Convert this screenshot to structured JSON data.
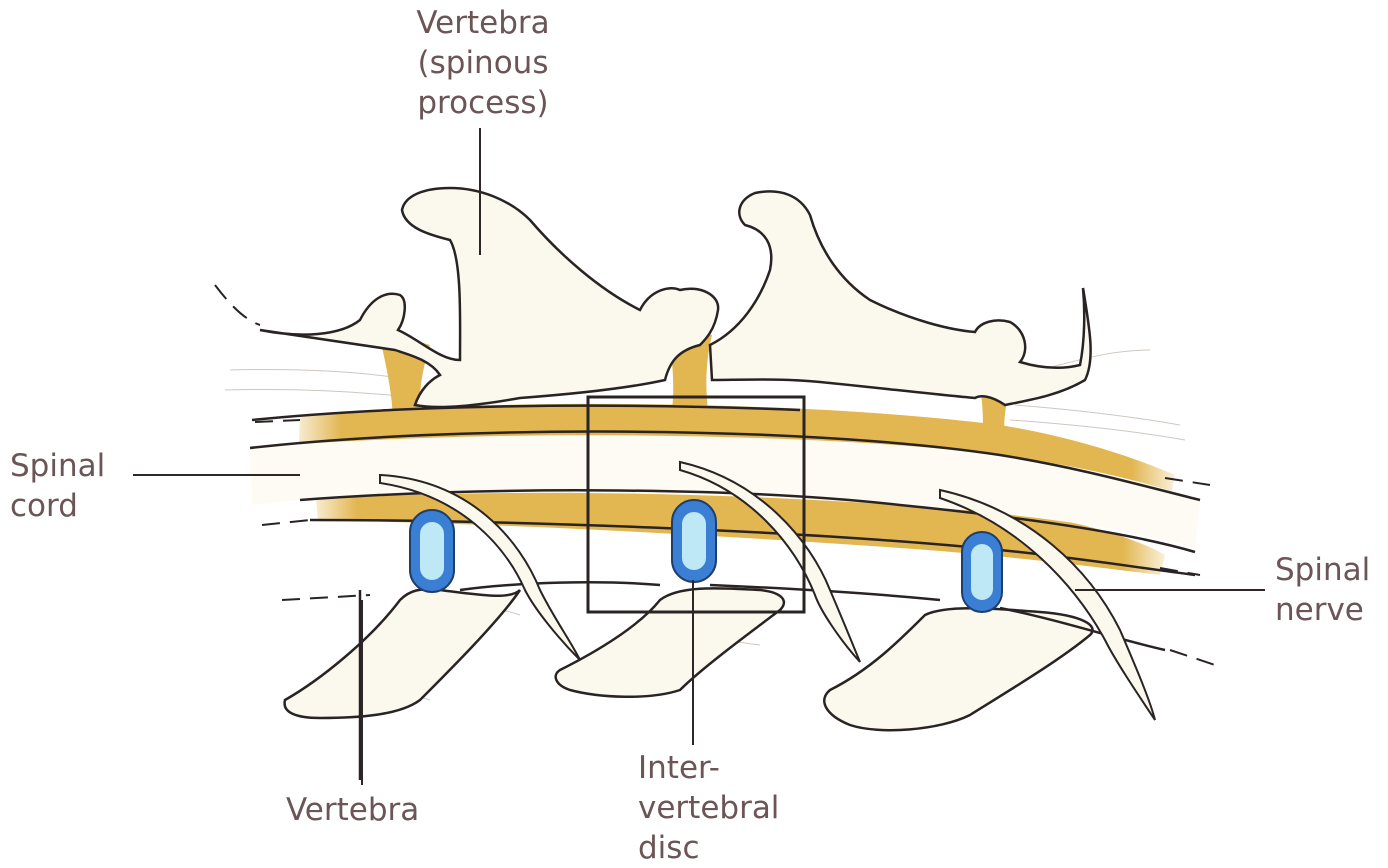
{
  "labels": {
    "spinous_process": [
      "Vertebra",
      "(spinous",
      "process)"
    ],
    "spinal_cord": [
      "Spinal",
      "cord"
    ],
    "spinal_nerve": [
      "Spinal",
      "nerve"
    ],
    "vertebra": [
      "Vertebra"
    ],
    "intervertebral_disc": [
      "Inter-",
      "vertebral",
      "disc"
    ]
  },
  "colors": {
    "bone_fill": "#fbf8ee",
    "bone_stroke": "#2a2323",
    "fat_yellow": "#e2b650",
    "disc_outer": "#3a7fd4",
    "disc_inner": "#bfe8f6",
    "label_text": "#6b5556",
    "leader_line": "#2f2727"
  }
}
